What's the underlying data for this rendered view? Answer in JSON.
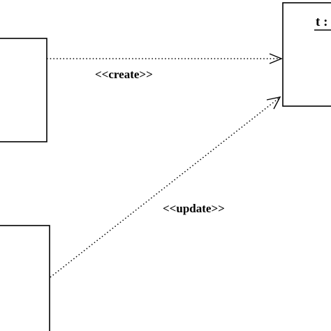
{
  "diagram": {
    "object_name": "t :",
    "create_label": "<<create>>",
    "update_label": "<<update>>"
  },
  "colors": {
    "stroke": "#000000",
    "background": "#ffffff"
  }
}
